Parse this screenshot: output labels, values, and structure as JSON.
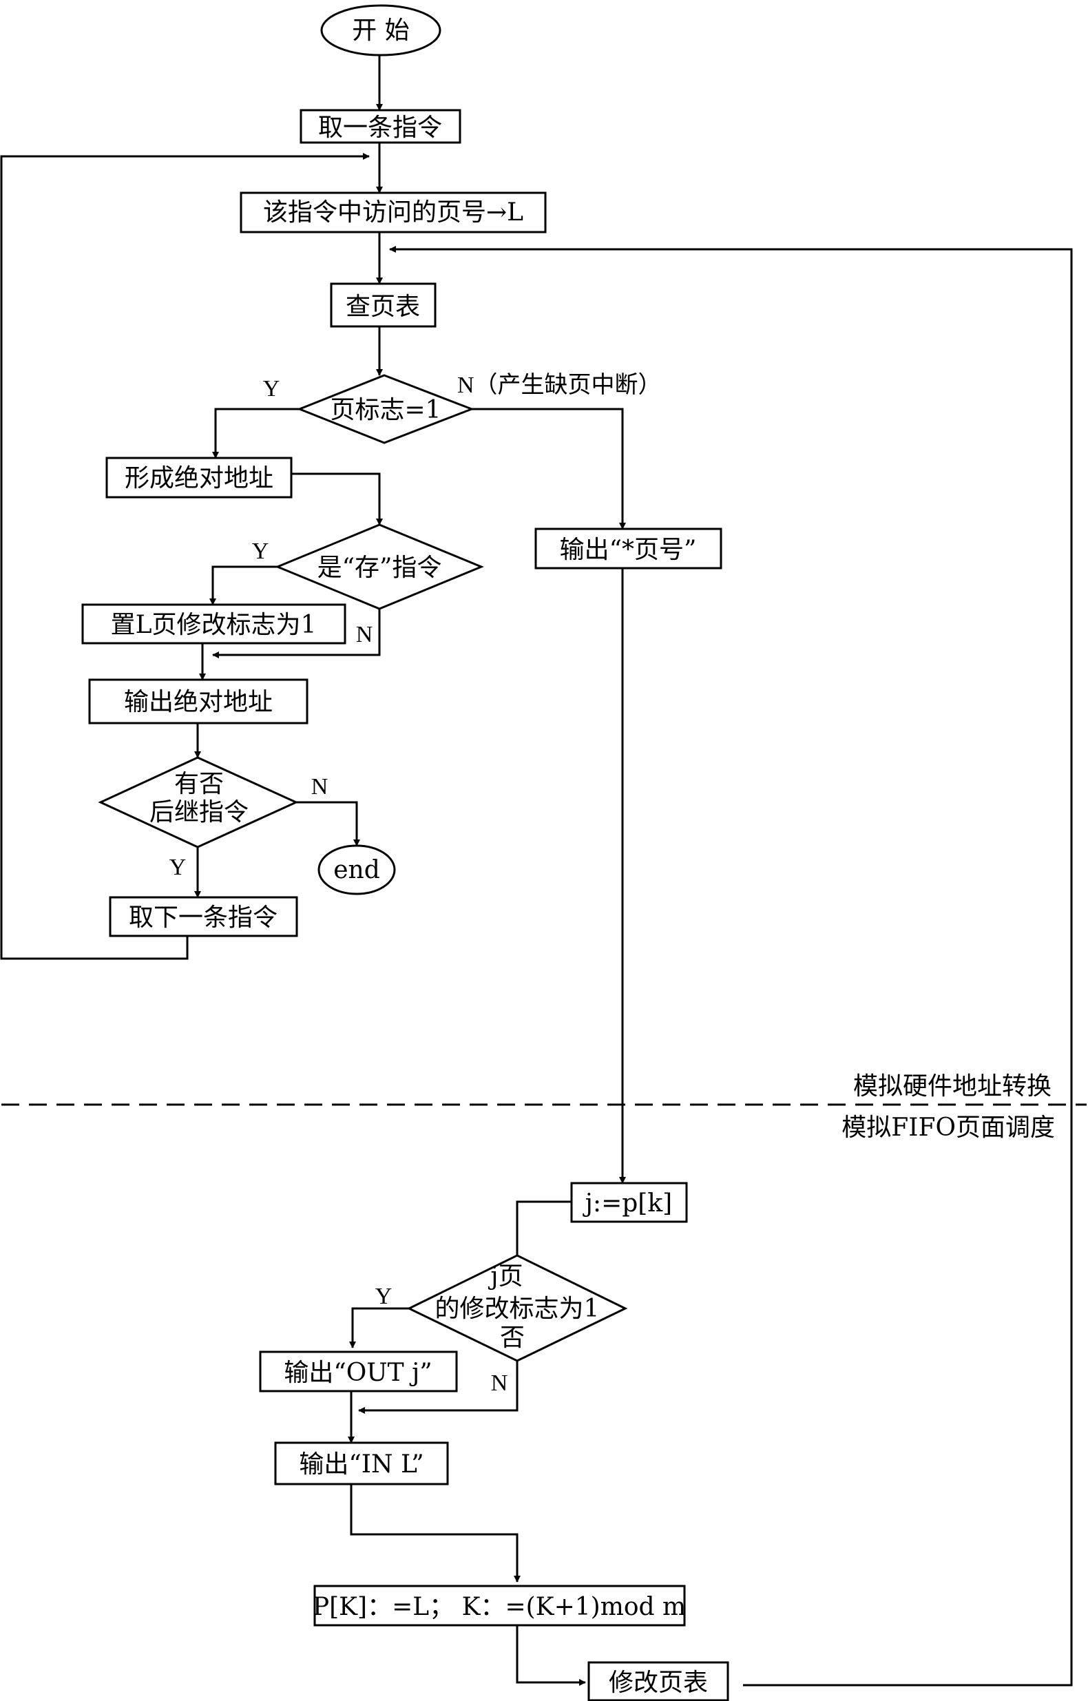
{
  "nodes": {
    "start": "开  始",
    "fetch": "取一条指令",
    "page_to_l": "该指令中访问的页号→L",
    "lookup": "查页表",
    "flag_check": "页标志=1",
    "abs_addr": "形成绝对地址",
    "store_check": "是“存”指令",
    "set_modify": "置L页修改标志为1",
    "out_abs": "输出绝对地址",
    "next_check_1": "有否",
    "next_check_2": "后继指令",
    "end": "end",
    "fetch_next": "取下一条指令",
    "out_page": "输出“*页号”",
    "j_assign": "j:=p[k]",
    "j_modified_1": "j页",
    "j_modified_2": "的修改标志为1",
    "j_modified_3": "否",
    "out_j": "输出“OUT j”",
    "in_l": "输出“IN L”",
    "update_pk": "P[K]：=L；  K：=(K+1)mod m",
    "modify_table": "修改页表"
  },
  "labels": {
    "flag_yes": "Y",
    "flag_no": "N（产生缺页中断）",
    "store_yes": "Y",
    "store_no": "N",
    "next_yes": "Y",
    "next_no": "N",
    "j_yes": "Y",
    "j_no": "N"
  },
  "sections": {
    "upper": "模拟硬件地址转换",
    "lower": "模拟FIFO页面调度"
  }
}
